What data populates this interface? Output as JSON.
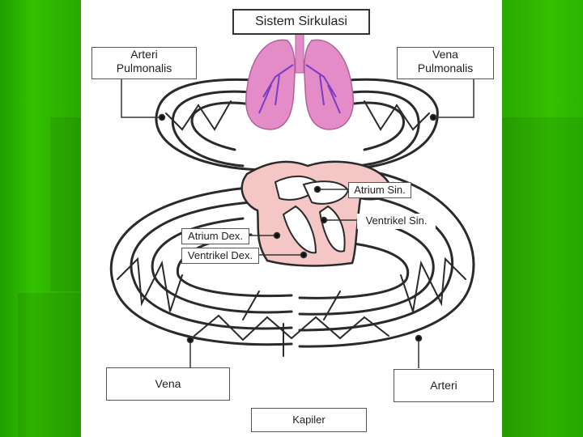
{
  "title": "Sistem Sirkulasi",
  "labels": {
    "arteri_pulmonalis": "Arteri\nPulmonalis",
    "vena_pulmonalis": "Vena\nPulmonalis",
    "atrium_sin": "Atrium Sin.",
    "ventrikel_sin": "Ventrikel Sin.",
    "atrium_dex": "Atrium Dex.",
    "ventrikel_dex": "Ventrikel Dex.",
    "vena": "Vena",
    "arteri": "Arteri",
    "kapiler": "Kapiler"
  },
  "colors": {
    "background_green": "#2db400",
    "heart_pink": "#f4c6c6",
    "lung_pink": "#e48cc8",
    "vessel_stroke": "#2a2a2a"
  }
}
